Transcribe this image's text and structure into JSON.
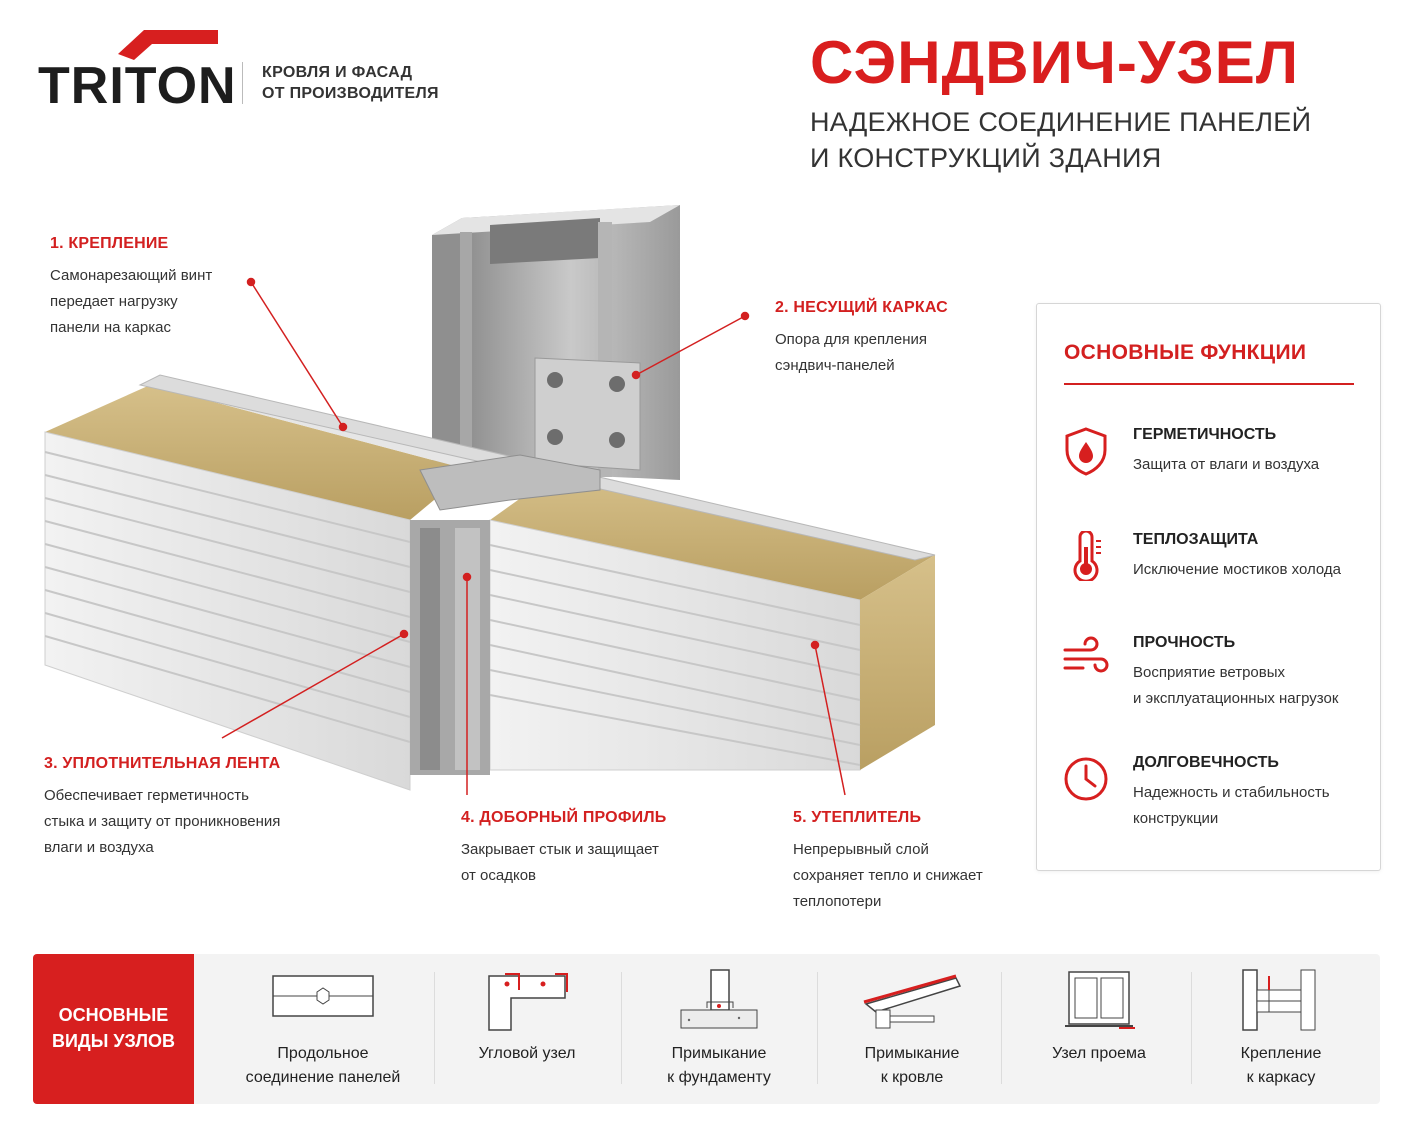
{
  "brand": {
    "logo_text": "TRITON",
    "tagline_line1": "КРОВЛЯ И ФАСАД",
    "tagline_line2": "ОТ ПРОИЗВОДИТЕЛЯ"
  },
  "header": {
    "title": "СЭНДВИЧ-УЗЕЛ",
    "subtitle_line1": "НАДЕЖНОЕ СОЕДИНЕНИЕ ПАНЕЛЕЙ",
    "subtitle_line2": "И КОНСТРУКЦИЙ ЗДАНИЯ"
  },
  "callouts": [
    {
      "title": "1. КРЕПЛЕНИЕ",
      "lines": [
        "Самонарезающий винт",
        "передает нагрузку",
        "панели на каркас"
      ]
    },
    {
      "title": "2. НЕСУЩИЙ КАРКАС",
      "lines": [
        "Опора для крепления",
        "сэндвич-панелей"
      ]
    },
    {
      "title": "3. УПЛОТНИТЕЛЬНАЯ ЛЕНТА",
      "lines": [
        "Обеспечивает герметичность",
        "стыка и защиту от проникновения",
        "влаги и воздуха"
      ]
    },
    {
      "title": "4. ДОБОРНЫЙ ПРОФИЛЬ",
      "lines": [
        "Закрывает стык и защищает",
        "от осадков"
      ]
    },
    {
      "title": "5. УТЕПЛИТЕЛЬ",
      "lines": [
        "Непрерывный слой",
        "сохраняет тепло и снижает",
        "теплопотери"
      ]
    }
  ],
  "functions": {
    "title": "ОСНОВНЫЕ ФУНКЦИИ",
    "items": [
      {
        "icon": "shield-drop-icon",
        "title": "ГЕРМЕТИЧНОСТЬ",
        "line1": "Защита от влаги и воздуха",
        "line2": ""
      },
      {
        "icon": "thermometer-icon",
        "title": "ТЕПЛОЗАЩИТА",
        "line1": "Исключение мостиков холода",
        "line2": ""
      },
      {
        "icon": "wind-icon",
        "title": "ПРОЧНОСТЬ",
        "line1": "Восприятие ветровых",
        "line2": "и эксплуатационных нагрузок"
      },
      {
        "icon": "clock-icon",
        "title": "ДОЛГОВЕЧНОСТЬ",
        "line1": "Надежность и стабильность",
        "line2": "конструкции"
      }
    ]
  },
  "node_types": {
    "label_line1": "ОСНОВНЫЕ",
    "label_line2": "ВИДЫ УЗЛОВ",
    "items": [
      {
        "icon": "longitudinal-joint-icon",
        "line1": "Продольное",
        "line2": "соединение панелей"
      },
      {
        "icon": "corner-node-icon",
        "line1": "Угловой узел",
        "line2": ""
      },
      {
        "icon": "foundation-junction-icon",
        "line1": "Примыкание",
        "line2": "к фундаменту"
      },
      {
        "icon": "roof-junction-icon",
        "line1": "Примыкание",
        "line2": "к кровле"
      },
      {
        "icon": "opening-node-icon",
        "line1": "Узел проема",
        "line2": ""
      },
      {
        "icon": "frame-fastening-icon",
        "line1": "Крепление",
        "line2": "к каркасу"
      }
    ]
  },
  "colors": {
    "accent": "#d71f1f",
    "text": "#222222",
    "insulation": "#c9b27a"
  }
}
